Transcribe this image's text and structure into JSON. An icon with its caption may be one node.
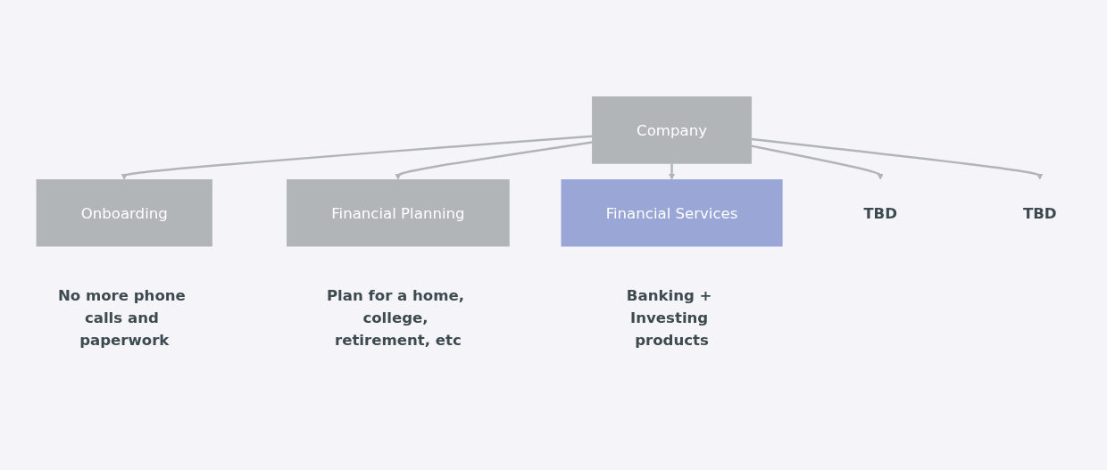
{
  "diagram": {
    "nodes": [
      {
        "text": [
          "Company"
        ]
      },
      {
        "text": [
          "Onboarding"
        ],
        "beside": [
          "No more phone calls and paperwork"
        ]
      },
      {
        "text": [
          "Financial Planning"
        ],
        "beside": [
          "Plan for a home, college, retirement, etc"
        ]
      },
      {
        "text": [
          "Financial Services"
        ],
        "beside": [
          "Banking + Investing products"
        ]
      },
      {
        "text": [
          "TBD"
        ]
      },
      {
        "text": [
          "TBD"
        ]
      }
    ],
    "edges": [
      {
        "from": 0,
        "to": 1,
        "arrow": "to"
      },
      {
        "from": 0,
        "to": 2,
        "arrow": "to"
      },
      {
        "from": 0,
        "to": 3,
        "arrow": "to"
      },
      {
        "from": 0,
        "to": 4,
        "arrow": "to"
      },
      {
        "from": 0,
        "to": 5,
        "arrow": "to"
      }
    ]
  }
}
